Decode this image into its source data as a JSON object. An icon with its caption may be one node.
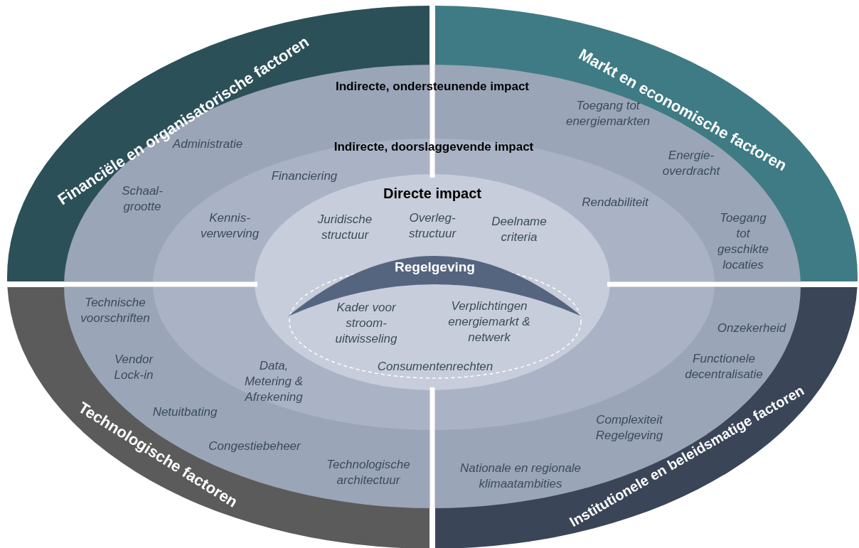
{
  "diagram": {
    "nodes": [
      {
        "text": [
          "Financiële en organisatorische factoren"
        ]
      },
      {
        "text": [
          "Markt en economische factoren"
        ]
      },
      {
        "text": [
          "Technologische factoren"
        ]
      },
      {
        "text": [
          "Institutionele en beleidsmatige factoren"
        ]
      },
      {
        "text": [
          "Indirecte, ondersteunende impact"
        ]
      },
      {
        "text": [
          "Indirecte, doorslaggevende impact"
        ],
        "in": 4
      },
      {
        "text": [
          "Directe impact"
        ],
        "in": 5
      },
      {
        "text": [
          "Regelgeving"
        ],
        "in": 6
      }
    ],
    "labels": [
      "Toegang tot energiemarkten",
      "Administratie",
      "Energie- overdracht",
      "Financiering",
      "Schaal- grootte",
      "Rendabiliteit",
      "Kennis- verwerving",
      "Juridische structuur",
      "Overleg- structuur",
      "Deelname criteria",
      "Toegang tot geschikte locaties",
      "Technische voorschriften",
      "Kader voor stroom- uitwisseling",
      "Verplichtingen energiemarkt & netwerk",
      "Onzekerheid",
      "Data, Metering & Afrekening",
      "Vendor Lock-in",
      "Consumentenrechten",
      "Functionele decentralisatie",
      "Netuitbating",
      "Complexiteit Regelgeving",
      "Congestiebeheer",
      "Technologische architectuur",
      "Nationale en regionale klimaatambities"
    ]
  }
}
